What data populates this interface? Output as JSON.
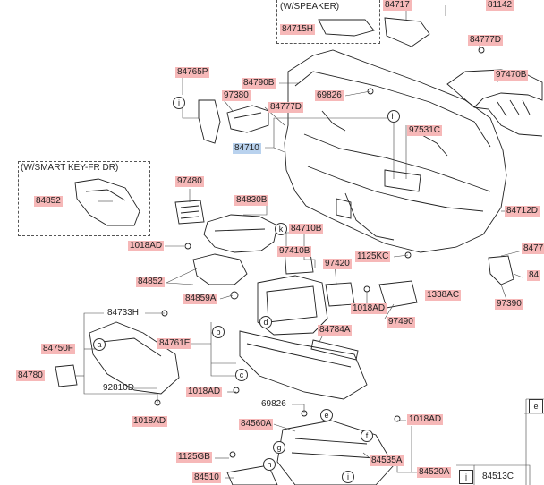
{
  "frames": {
    "speaker": "(W/SPEAKER)",
    "smart_key": "(W/SMART KEY-FR DR)"
  },
  "parts": {
    "p81142": "81142",
    "p84717": "84717",
    "p84715H": "84715H",
    "p84777D_top": "84777D",
    "p84765P": "84765P",
    "p97470B": "97470B",
    "p84790B": "84790B",
    "p69826_top": "69826",
    "p97380": "97380",
    "p84777D_mid": "84777D",
    "p97531C": "97531C",
    "p84710": "84710",
    "p84852_key": "84852",
    "p97480": "97480",
    "p84830B": "84830B",
    "p84712D": "84712D",
    "p84710B": "84710B",
    "p1018AD_a": "1018AD",
    "p97410B": "97410B",
    "p97420": "97420",
    "p1125KC": "1125KC",
    "p84777_right": "8477",
    "p84_right": "84",
    "p84852": "84852",
    "p1338AC": "1338AC",
    "p84859A": "84859A",
    "p1018AD_b": "1018AD",
    "p97390": "97390",
    "p97490": "97490",
    "p84733H": "84733H",
    "p84761E": "84761E",
    "p84784A": "84784A",
    "p84750F": "84750F",
    "p84780": "84780",
    "p92810D": "92810D",
    "p1018AD_c": "1018AD",
    "p69826_bot": "69826",
    "p1018AD_d": "1018AD",
    "p84560A": "84560A",
    "p1018AD_e": "1018AD",
    "p1125GB": "1125GB",
    "p84535A": "84535A",
    "p84510": "84510",
    "p84520A": "84520A",
    "p84513C": "84513C"
  },
  "callouts": {
    "i": "i",
    "k": "k",
    "a": "a",
    "b": "b",
    "c": "c",
    "d": "d",
    "e": "e",
    "f": "f",
    "g": "g",
    "h": "h",
    "j": "j"
  }
}
